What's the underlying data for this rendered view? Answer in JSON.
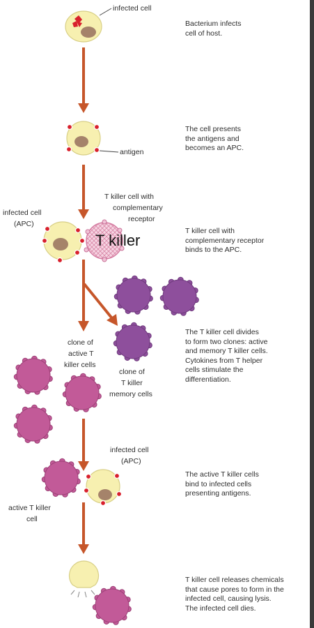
{
  "colors": {
    "host_cell": "#f7f0b0",
    "nucleus": "#a5836a",
    "antigen": "#d8202c",
    "killer_cell": "#c25a98",
    "memory_cell": "#8e4f9c",
    "arrow": "#c6562a"
  },
  "labels": {
    "infected_cell_top": "infected cell",
    "antigen": "antigen",
    "infected_cell_apc_1": "infected cell",
    "apc_1": "(APC)",
    "t_killer_with_receptor": [
      "T killer cell with",
      "complementary",
      "receptor"
    ],
    "t_killer_overlay": "T killer",
    "clone_active": [
      "clone of",
      "active T",
      "killer cells"
    ],
    "clone_memory": [
      "clone of",
      "T killer",
      "memory cells"
    ],
    "infected_cell_apc_2": "infected cell",
    "apc_2": "(APC)",
    "active_t_killer": [
      "active T killer",
      "cell"
    ]
  },
  "steps": [
    {
      "lines": [
        "Bacterium infects",
        "cell of host."
      ]
    },
    {
      "lines": [
        "The cell presents",
        "the antigens and",
        "becomes an APC."
      ]
    },
    {
      "lines": [
        "T killer cell with",
        "complementary receptor",
        "binds to the APC."
      ]
    },
    {
      "lines": [
        "The T killer cell divides",
        "to form two clones: active",
        "and memory T killer cells.",
        "Cytokines from T helper",
        "cells stimulate the",
        "differentiation."
      ]
    },
    {
      "lines": [
        "The active T killer cells",
        "bind to infected cells",
        "presenting antigens."
      ]
    },
    {
      "lines": [
        "T killer cell releases chemicals",
        "that cause pores to form in the",
        "infected cell, causing lysis.",
        "The infected cell dies."
      ]
    }
  ]
}
